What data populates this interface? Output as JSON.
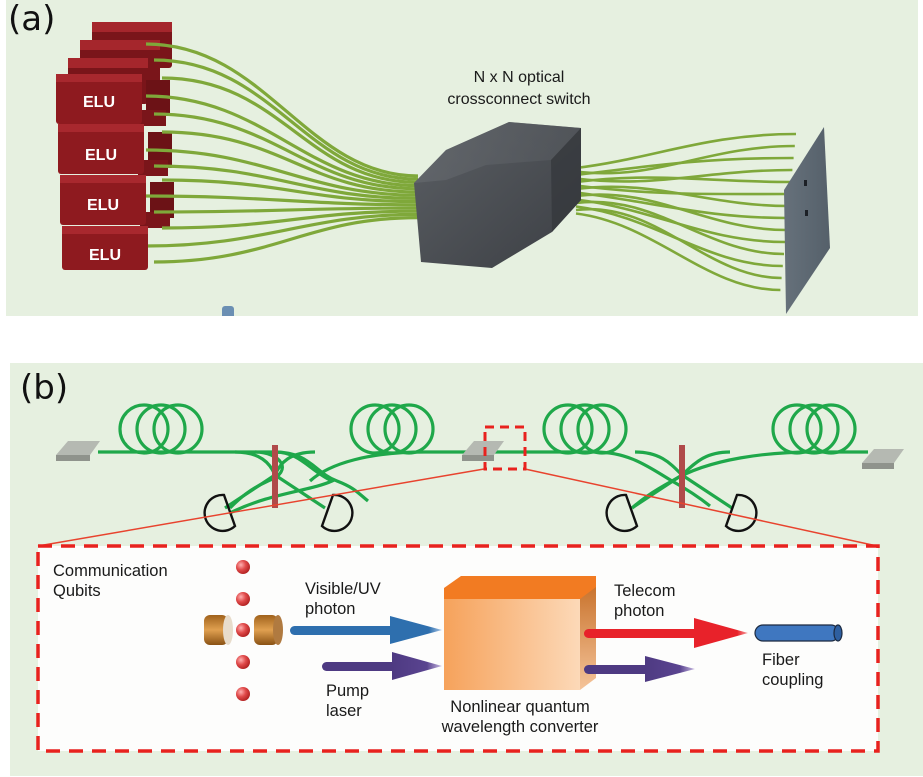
{
  "figure": {
    "panel_a": {
      "label": "(a)",
      "elu_label": "ELU",
      "elu_count_labeled": 4,
      "switch_label_line1": "N x N optical",
      "switch_label_line2": "crossconnect switch",
      "colors": {
        "background": "#e6f0e0",
        "elu": "#8e1a1f",
        "fiber": "#7fa83a",
        "switch": "#4a4d52",
        "plate": "#5d6872"
      }
    },
    "panel_b": {
      "label": "(b)",
      "inset": {
        "qubits_label_line1": "Communication",
        "qubits_label_line2": "Qubits",
        "visible_label_line1": "Visible/UV",
        "visible_label_line2": "photon",
        "pump_label_line1": "Pump",
        "pump_label_line2": "laser",
        "converter_label_line1": "Nonlinear quantum",
        "converter_label_line2": "wavelength converter",
        "telecom_label_line1": "Telecom",
        "telecom_label_line2": "photon",
        "fiber_label_line1": "Fiber",
        "fiber_label_line2": "coupling"
      },
      "colors": {
        "fiber": "#1fa84a",
        "beamsplitter": "#b04a4a",
        "dashed_box": "#e8221e",
        "visible_arrow": "#2e6fae",
        "pump_arrow": "#4e3a82",
        "telecom_arrow": "#e8222a",
        "converter": "#f5a35a",
        "fiber_coupler": "#3f77c0"
      }
    }
  }
}
